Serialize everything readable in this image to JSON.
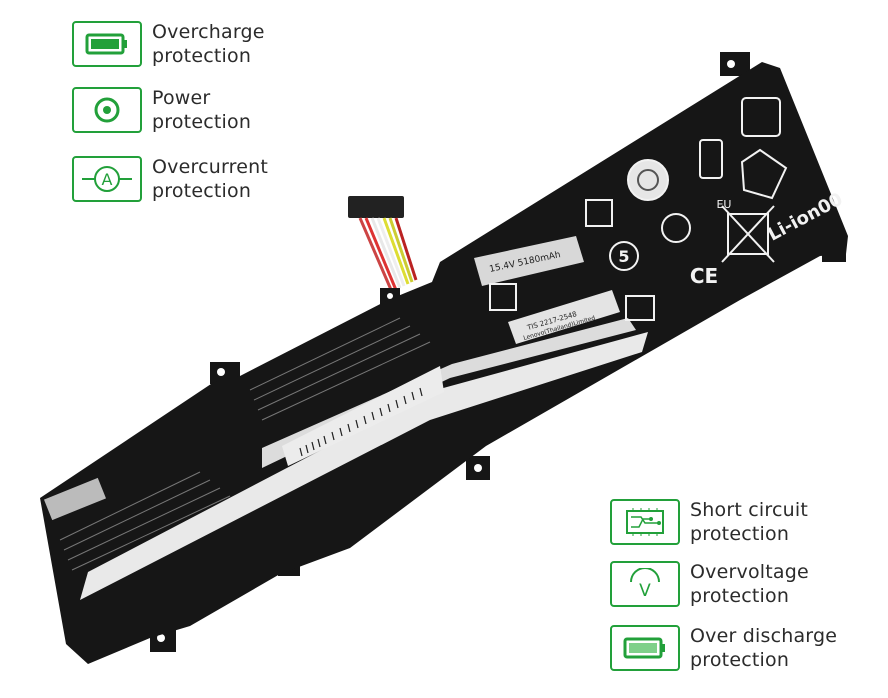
{
  "features_left": [
    {
      "icon": "battery-full-icon",
      "line1": "Overcharge",
      "line2": "protection"
    },
    {
      "icon": "power-target-icon",
      "line1": "Power",
      "line2": "protection"
    },
    {
      "icon": "ammeter-icon",
      "line1": "Overcurrent",
      "line2": "protection"
    }
  ],
  "features_right": [
    {
      "icon": "circuit-board-icon",
      "line1": "Short circuit",
      "line2": "protection"
    },
    {
      "icon": "voltmeter-icon",
      "line1": "Overvoltage",
      "line2": "protection"
    },
    {
      "icon": "battery-low-icon",
      "line1": "Over discharge",
      "line2": "protection"
    }
  ],
  "colors": {
    "accent": "#22a03a",
    "battery_body": "#161616",
    "label_bg": "#e9e9e9"
  },
  "battery_label": {
    "rating": "15.4V  5180mAh",
    "li_ion": "Li-ion00",
    "recycle_mark": "5",
    "ce_mark": "CE",
    "eu_mark": "EU",
    "tis": "TIS 2217-2548",
    "maker": "Lenovo(Thailand)Limited"
  }
}
